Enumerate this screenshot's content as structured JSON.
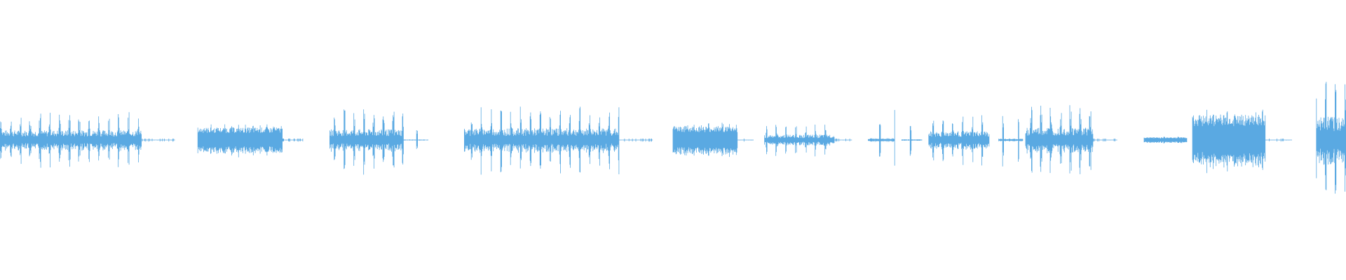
{
  "waveform": {
    "color": "#5aa9e2",
    "background": "#ffffff",
    "segments": [
      {
        "start": 0.0,
        "end": 0.105,
        "amp": 0.2,
        "style": "burst"
      },
      {
        "start": 0.105,
        "end": 0.13,
        "amp": 0.01,
        "style": "tail"
      },
      {
        "start": 0.147,
        "end": 0.21,
        "amp": 0.09,
        "style": "dense"
      },
      {
        "start": 0.21,
        "end": 0.225,
        "amp": 0.01,
        "style": "tail"
      },
      {
        "start": 0.245,
        "end": 0.3,
        "amp": 0.22,
        "style": "burst"
      },
      {
        "start": 0.3,
        "end": 0.318,
        "amp": 0.07,
        "style": "sparse"
      },
      {
        "start": 0.345,
        "end": 0.46,
        "amp": 0.24,
        "style": "burst"
      },
      {
        "start": 0.46,
        "end": 0.485,
        "amp": 0.01,
        "style": "tail"
      },
      {
        "start": 0.5,
        "end": 0.548,
        "amp": 0.1,
        "style": "dense"
      },
      {
        "start": 0.548,
        "end": 0.56,
        "amp": 0.01,
        "style": "tail"
      },
      {
        "start": 0.568,
        "end": 0.62,
        "amp": 0.11,
        "style": "burst"
      },
      {
        "start": 0.62,
        "end": 0.633,
        "amp": 0.01,
        "style": "tail"
      },
      {
        "start": 0.645,
        "end": 0.665,
        "amp": 0.25,
        "style": "sparse"
      },
      {
        "start": 0.67,
        "end": 0.685,
        "amp": 0.1,
        "style": "sparse"
      },
      {
        "start": 0.69,
        "end": 0.735,
        "amp": 0.18,
        "style": "burst"
      },
      {
        "start": 0.742,
        "end": 0.76,
        "amp": 0.18,
        "style": "sparse"
      },
      {
        "start": 0.762,
        "end": 0.812,
        "amp": 0.26,
        "style": "burst"
      },
      {
        "start": 0.812,
        "end": 0.83,
        "amp": 0.01,
        "style": "tail"
      },
      {
        "start": 0.85,
        "end": 0.882,
        "amp": 0.02,
        "style": "dense"
      },
      {
        "start": 0.886,
        "end": 0.94,
        "amp": 0.18,
        "style": "dense"
      },
      {
        "start": 0.94,
        "end": 0.96,
        "amp": 0.01,
        "style": "tail"
      },
      {
        "start": 0.978,
        "end": 1.0,
        "amp": 0.48,
        "style": "burst"
      }
    ]
  }
}
